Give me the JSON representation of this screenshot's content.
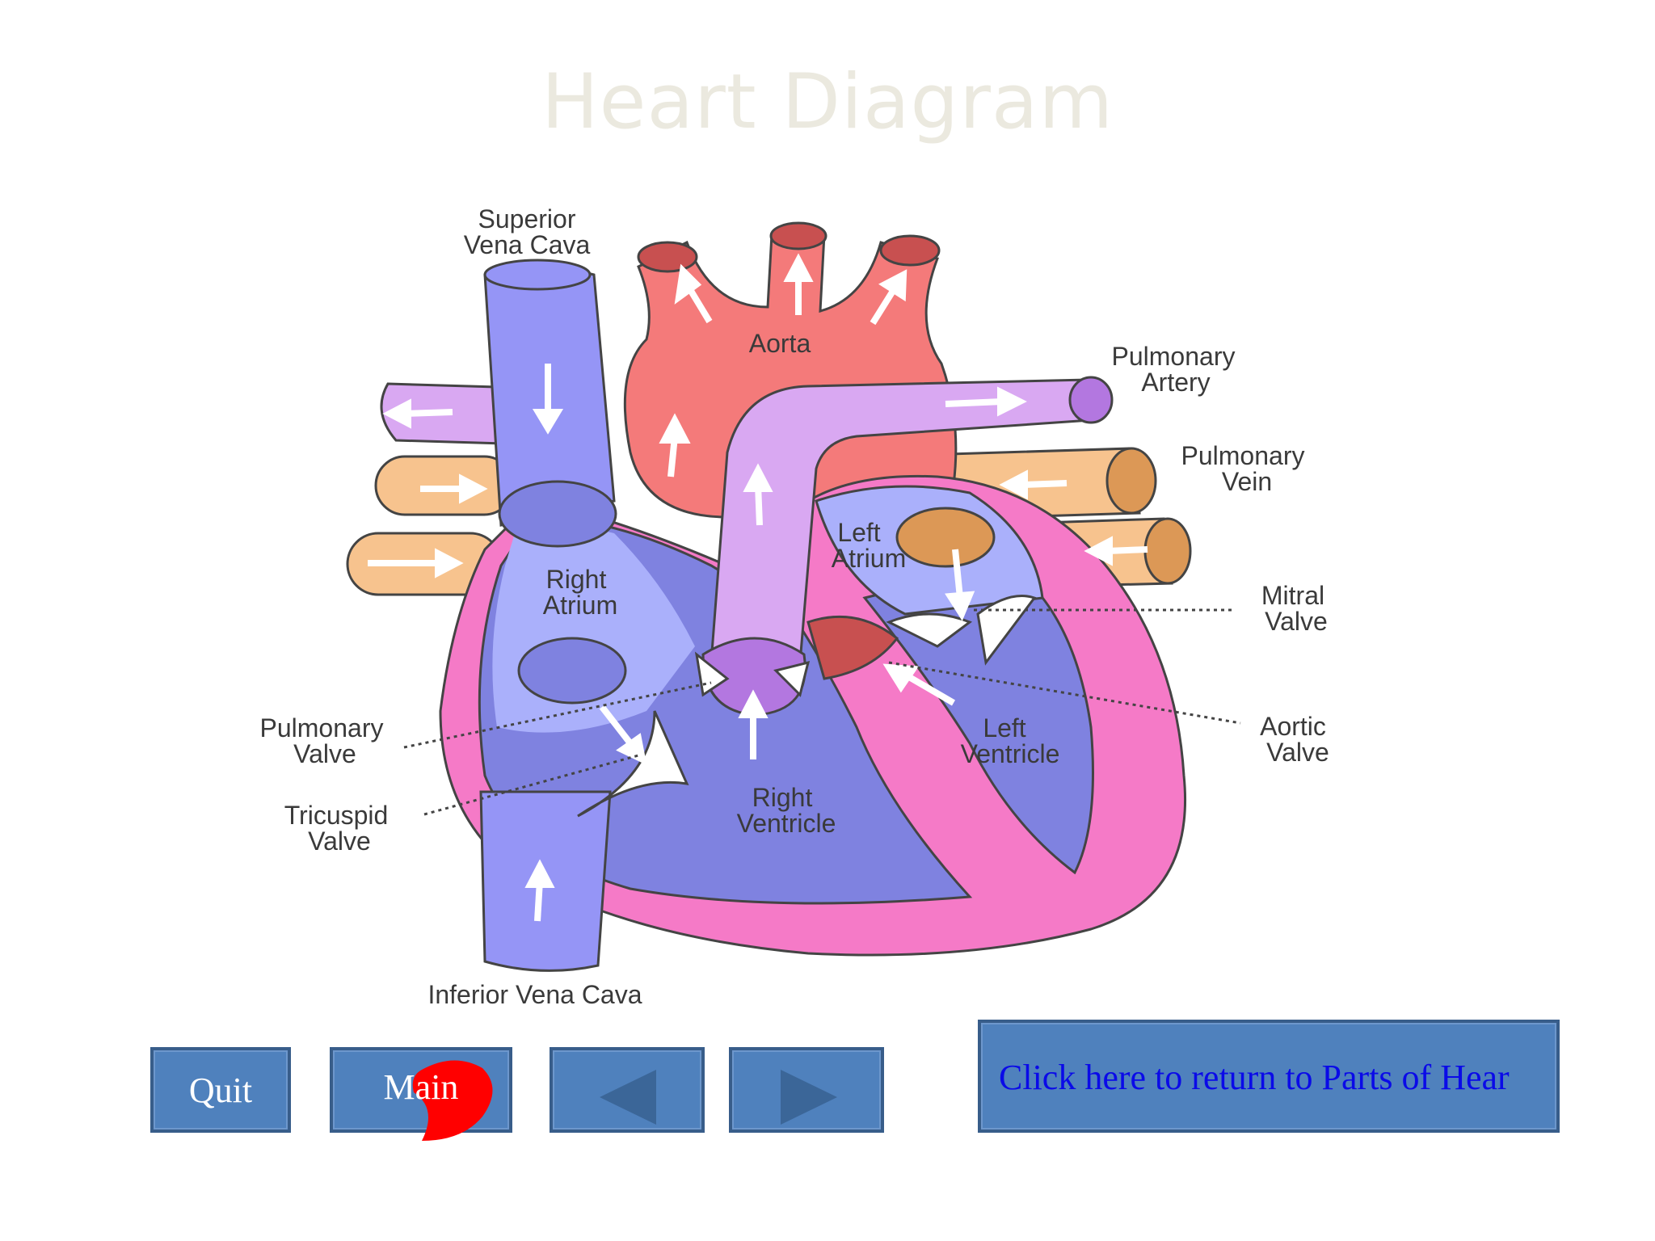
{
  "slide": {
    "title": "Heart Diagram"
  },
  "diagram": {
    "labels": {
      "superior_vena_cava_1": "Superior",
      "superior_vena_cava_2": "Vena Cava",
      "aorta": "Aorta",
      "pulmonary_artery_1": "Pulmonary",
      "pulmonary_artery_2": "Artery",
      "pulmonary_vein_1": "Pulmonary",
      "pulmonary_vein_2": "Vein",
      "left_atrium_1": "Left",
      "left_atrium_2": "Atrium",
      "right_atrium_1": "Right",
      "right_atrium_2": "Atrium",
      "mitral_valve_1": "Mitral",
      "mitral_valve_2": "Valve",
      "aortic_valve_1": "Aortic",
      "aortic_valve_2": "Valve",
      "left_ventricle_1": "Left",
      "left_ventricle_2": "Ventricle",
      "right_ventricle_1": "Right",
      "right_ventricle_2": "Ventricle",
      "pulmonary_valve_1": "Pulmonary",
      "pulmonary_valve_2": "Valve",
      "tricuspid_valve_1": "Tricuspid",
      "tricuspid_valve_2": "Valve",
      "inferior_vena_cava": "Inferior Vena Cava"
    }
  },
  "nav": {
    "quit_label": "Quit",
    "main_label": "Main",
    "return_label": "Click here to return to Parts of Hear"
  },
  "colors": {
    "button_fill": "#4f81bd",
    "button_border": "#385d8a",
    "return_text": "#0a0ae8",
    "title_text": "#ebe9df",
    "cursor_heart": "#ff0000"
  },
  "icons": {
    "prev": "left-triangle-icon",
    "next": "right-triangle-icon",
    "cursor": "heart-cursor-icon"
  }
}
